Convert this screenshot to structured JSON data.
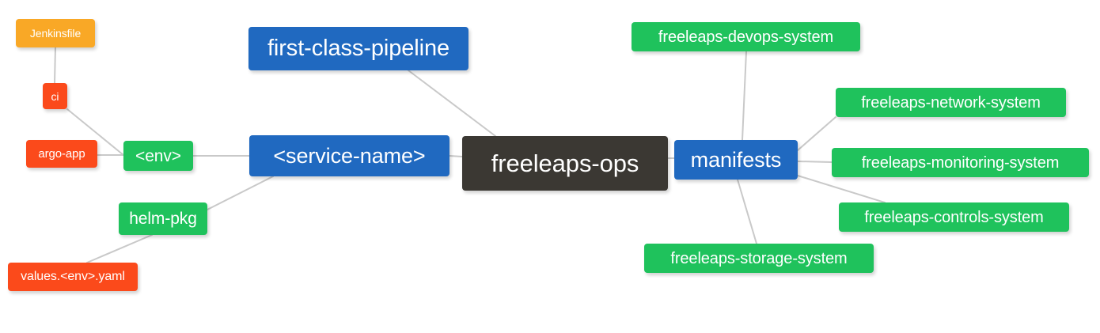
{
  "diagram": {
    "type": "mindmap",
    "title": "freeleaps-ops",
    "background": "#ffffff",
    "edge_color": "#c9c9c9",
    "palette": {
      "root": "#3b3833",
      "blue": "#2069c0",
      "green": "#1fc25c",
      "orange": "#f9a826",
      "red": "#fb4a1b"
    }
  },
  "nodes": {
    "root": {
      "label": "freeleaps-ops",
      "color": "#3b3833"
    },
    "first_class_pipeline": {
      "label": "first-class-pipeline",
      "color": "#2069c0"
    },
    "service_name": {
      "label": "<service-name>",
      "color": "#2069c0"
    },
    "manifests": {
      "label": "manifests",
      "color": "#2069c0"
    },
    "env": {
      "label": "<env>",
      "color": "#1fc25c"
    },
    "helm_pkg": {
      "label": "helm-pkg",
      "color": "#1fc25c"
    },
    "jenkinsfile": {
      "label": "Jenkinsfile",
      "color": "#f9a826"
    },
    "ci": {
      "label": "ci",
      "color": "#fb4a1b"
    },
    "argo_app": {
      "label": "argo-app",
      "color": "#fb4a1b"
    },
    "values_yaml": {
      "label": "values.<env>.yaml",
      "color": "#fb4a1b"
    },
    "devops_system": {
      "label": "freeleaps-devops-system",
      "color": "#1fc25c"
    },
    "network_system": {
      "label": "freeleaps-network-system",
      "color": "#1fc25c"
    },
    "monitoring_system": {
      "label": "freeleaps-monitoring-system",
      "color": "#1fc25c"
    },
    "controls_system": {
      "label": "freeleaps-controls-system",
      "color": "#1fc25c"
    },
    "storage_system": {
      "label": "freeleaps-storage-system",
      "color": "#1fc25c"
    }
  },
  "edges": [
    {
      "from": "root",
      "to": "first_class_pipeline"
    },
    {
      "from": "root",
      "to": "service_name"
    },
    {
      "from": "root",
      "to": "manifests"
    },
    {
      "from": "service_name",
      "to": "env"
    },
    {
      "from": "service_name",
      "to": "helm_pkg"
    },
    {
      "from": "env",
      "to": "ci"
    },
    {
      "from": "env",
      "to": "argo_app"
    },
    {
      "from": "ci",
      "to": "jenkinsfile"
    },
    {
      "from": "helm_pkg",
      "to": "values_yaml"
    },
    {
      "from": "manifests",
      "to": "devops_system"
    },
    {
      "from": "manifests",
      "to": "network_system"
    },
    {
      "from": "manifests",
      "to": "monitoring_system"
    },
    {
      "from": "manifests",
      "to": "controls_system"
    },
    {
      "from": "manifests",
      "to": "storage_system"
    }
  ]
}
